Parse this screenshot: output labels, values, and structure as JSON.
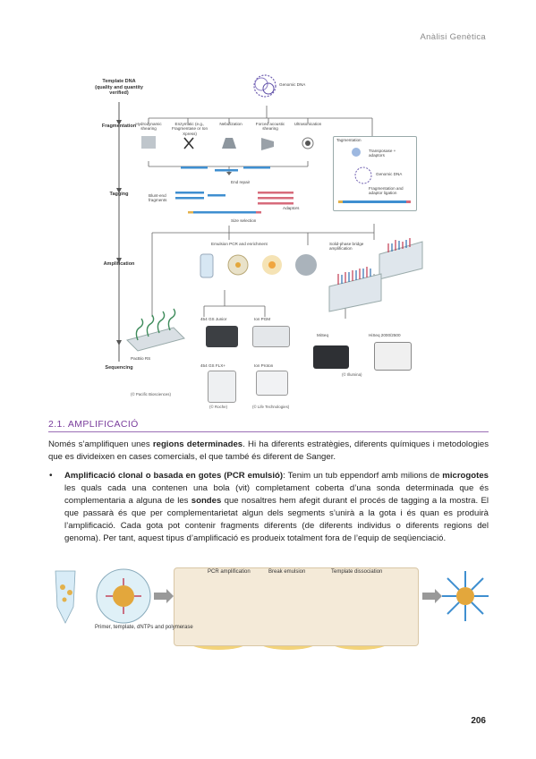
{
  "header": {
    "running_title": "Anàlisi Genètica"
  },
  "figure1": {
    "stages": {
      "template": "Template DNA (quality and quantity verified)",
      "fragmentation": "Fragmentation",
      "tagging": "Tagging",
      "amplification": "Amplification",
      "sequencing": "Sequencing"
    },
    "genomic_dna": "Genomic DNA",
    "methods": [
      "Hydrodynamic shearing",
      "Enzymatic (e.g., Fragmentase or Ion Xpress)",
      "Nebulization",
      "Forced acoustic shearing",
      "Ultrasonication"
    ],
    "tagmentation": "Tagmentation",
    "transposase": "Transposase + adaptors",
    "genomic_dna_2": "Genomic DNA",
    "fragmentation_ligation": "Fragmentation and adaptor ligation",
    "end_repair": "End repair",
    "blunt_end": "Blunt-end fragments",
    "adaptors": "Adaptors",
    "size_selection": "Size selection",
    "emulsion_pcr": "Emulsion PCR and enrichment",
    "bridge_amp": "Solid-phase bridge amplification",
    "platforms": {
      "pacbio": "PacBio RS",
      "gs_junior": "454 GS Junior",
      "gs_flx": "454 GS FLX+",
      "ion_pgm": "Ion PGM",
      "ion_proton": "Ion Proton",
      "miseq": "MiSeq",
      "hiseq": "HiSeq 2000/2500"
    },
    "credits": {
      "pacific": "(© Pacific Biosciences)",
      "roche": "(© Roche)",
      "life": "(© Life Technologies)",
      "illumina": "(© Illumina)"
    }
  },
  "section": {
    "heading": "2.1. AMPLIFICACIÓ",
    "intro_pre": "Només s’amplifiquen unes ",
    "intro_bold": "regions determinades",
    "intro_post": ". Hi ha diferents estratègies, diferents químiques i metodologies que es divideixen en cases comercials, el que també és diferent de Sanger.",
    "bullet_bold1": "Amplificació clonal o basada en gotes (PCR emulsió)",
    "bullet_t1": ": Tenim un tub eppendorf amb milions de ",
    "bullet_bold2": "microgotes",
    "bullet_t2": " les quals cada una contenen una bola (vit) completament coberta d’una sonda determinada que és complementaria a alguna de les ",
    "bullet_bold3": "sondes",
    "bullet_t3": " que nosaltres hem afegit durant el procés de tagging a la mostra. El que passarà és que per complementarietat algun dels segments s’unirà a la gota i és quan es produirà l’amplificació. Cada gota pot contenir fragments diferents (de diferents individus o diferents regions del genoma). Per tant, aquest tipus d’amplificació es produeix totalment fora de l’equip de seqüenciació."
  },
  "figure2": {
    "caption": "Primer, template, dNTPs and polymerase",
    "steps": [
      "PCR amplification",
      "Break emulsion",
      "Template dissociation"
    ]
  },
  "footer": {
    "page_number": "206"
  }
}
